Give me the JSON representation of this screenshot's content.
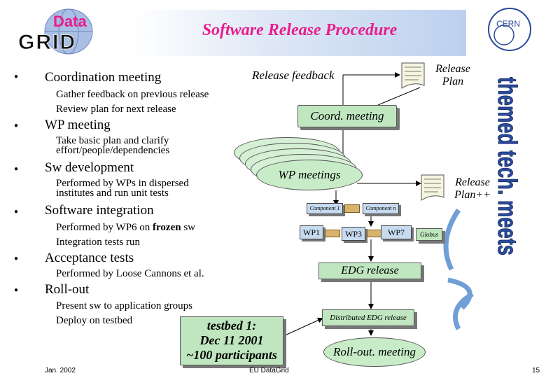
{
  "header": {
    "title": "Software Release Procedure",
    "logo_text_top": "Data",
    "logo_text_bottom": "GRID",
    "cern_label": "CERN"
  },
  "bullets": [
    {
      "heading": "Coordination meeting",
      "lines": [
        "Gather feedback on previous release",
        "Review plan for next release"
      ]
    },
    {
      "heading": "WP meeting",
      "lines": [
        "Take basic plan and clarify",
        "effort/people/dependencies"
      ]
    },
    {
      "heading": "Sw development",
      "lines": [
        "Performed by WPs in dispersed",
        "institutes and run unit tests"
      ]
    },
    {
      "heading": "Software integration",
      "lines_rich": {
        "pre": "Performed by WP6 on ",
        "bold": "frozen",
        "post": " sw"
      },
      "lines": [
        "Integration tests run"
      ]
    },
    {
      "heading": "Acceptance tests",
      "lines": [
        "Performed by Loose Cannons et al."
      ]
    },
    {
      "heading": "Roll-out",
      "lines": [
        "Present sw to application groups",
        "Deploy on testbed"
      ]
    }
  ],
  "diagram": {
    "release_feedback": "Release feedback",
    "release_plan": "Release\nPlan",
    "coord_meeting": "Coord. meeting",
    "wp_meetings": "WP meetings",
    "release_plan_pp": "Release\nPlan++",
    "component1": "Component 1",
    "componentn": "Component n",
    "wp1": "WP1",
    "wp3": "WP3",
    "wp7": "WP7",
    "globus": "Globus",
    "edg_release": "EDG release",
    "distributed_release": "Distributed EDG release",
    "rollout_meeting": "Roll-out. meeting",
    "testbed_line1": "testbed 1:",
    "testbed_line2": "Dec 11 2001",
    "testbed_line3": "~100 participants"
  },
  "side_text": "themed tech. meets",
  "footer": {
    "date": "Jan. 2002",
    "org": "EU DataGrid",
    "page": "15"
  },
  "colors": {
    "title": "#e81d8c",
    "green_box": "#bfe6bf",
    "blue_box": "#c7dbf0",
    "side_text": "#2a4b9b"
  }
}
